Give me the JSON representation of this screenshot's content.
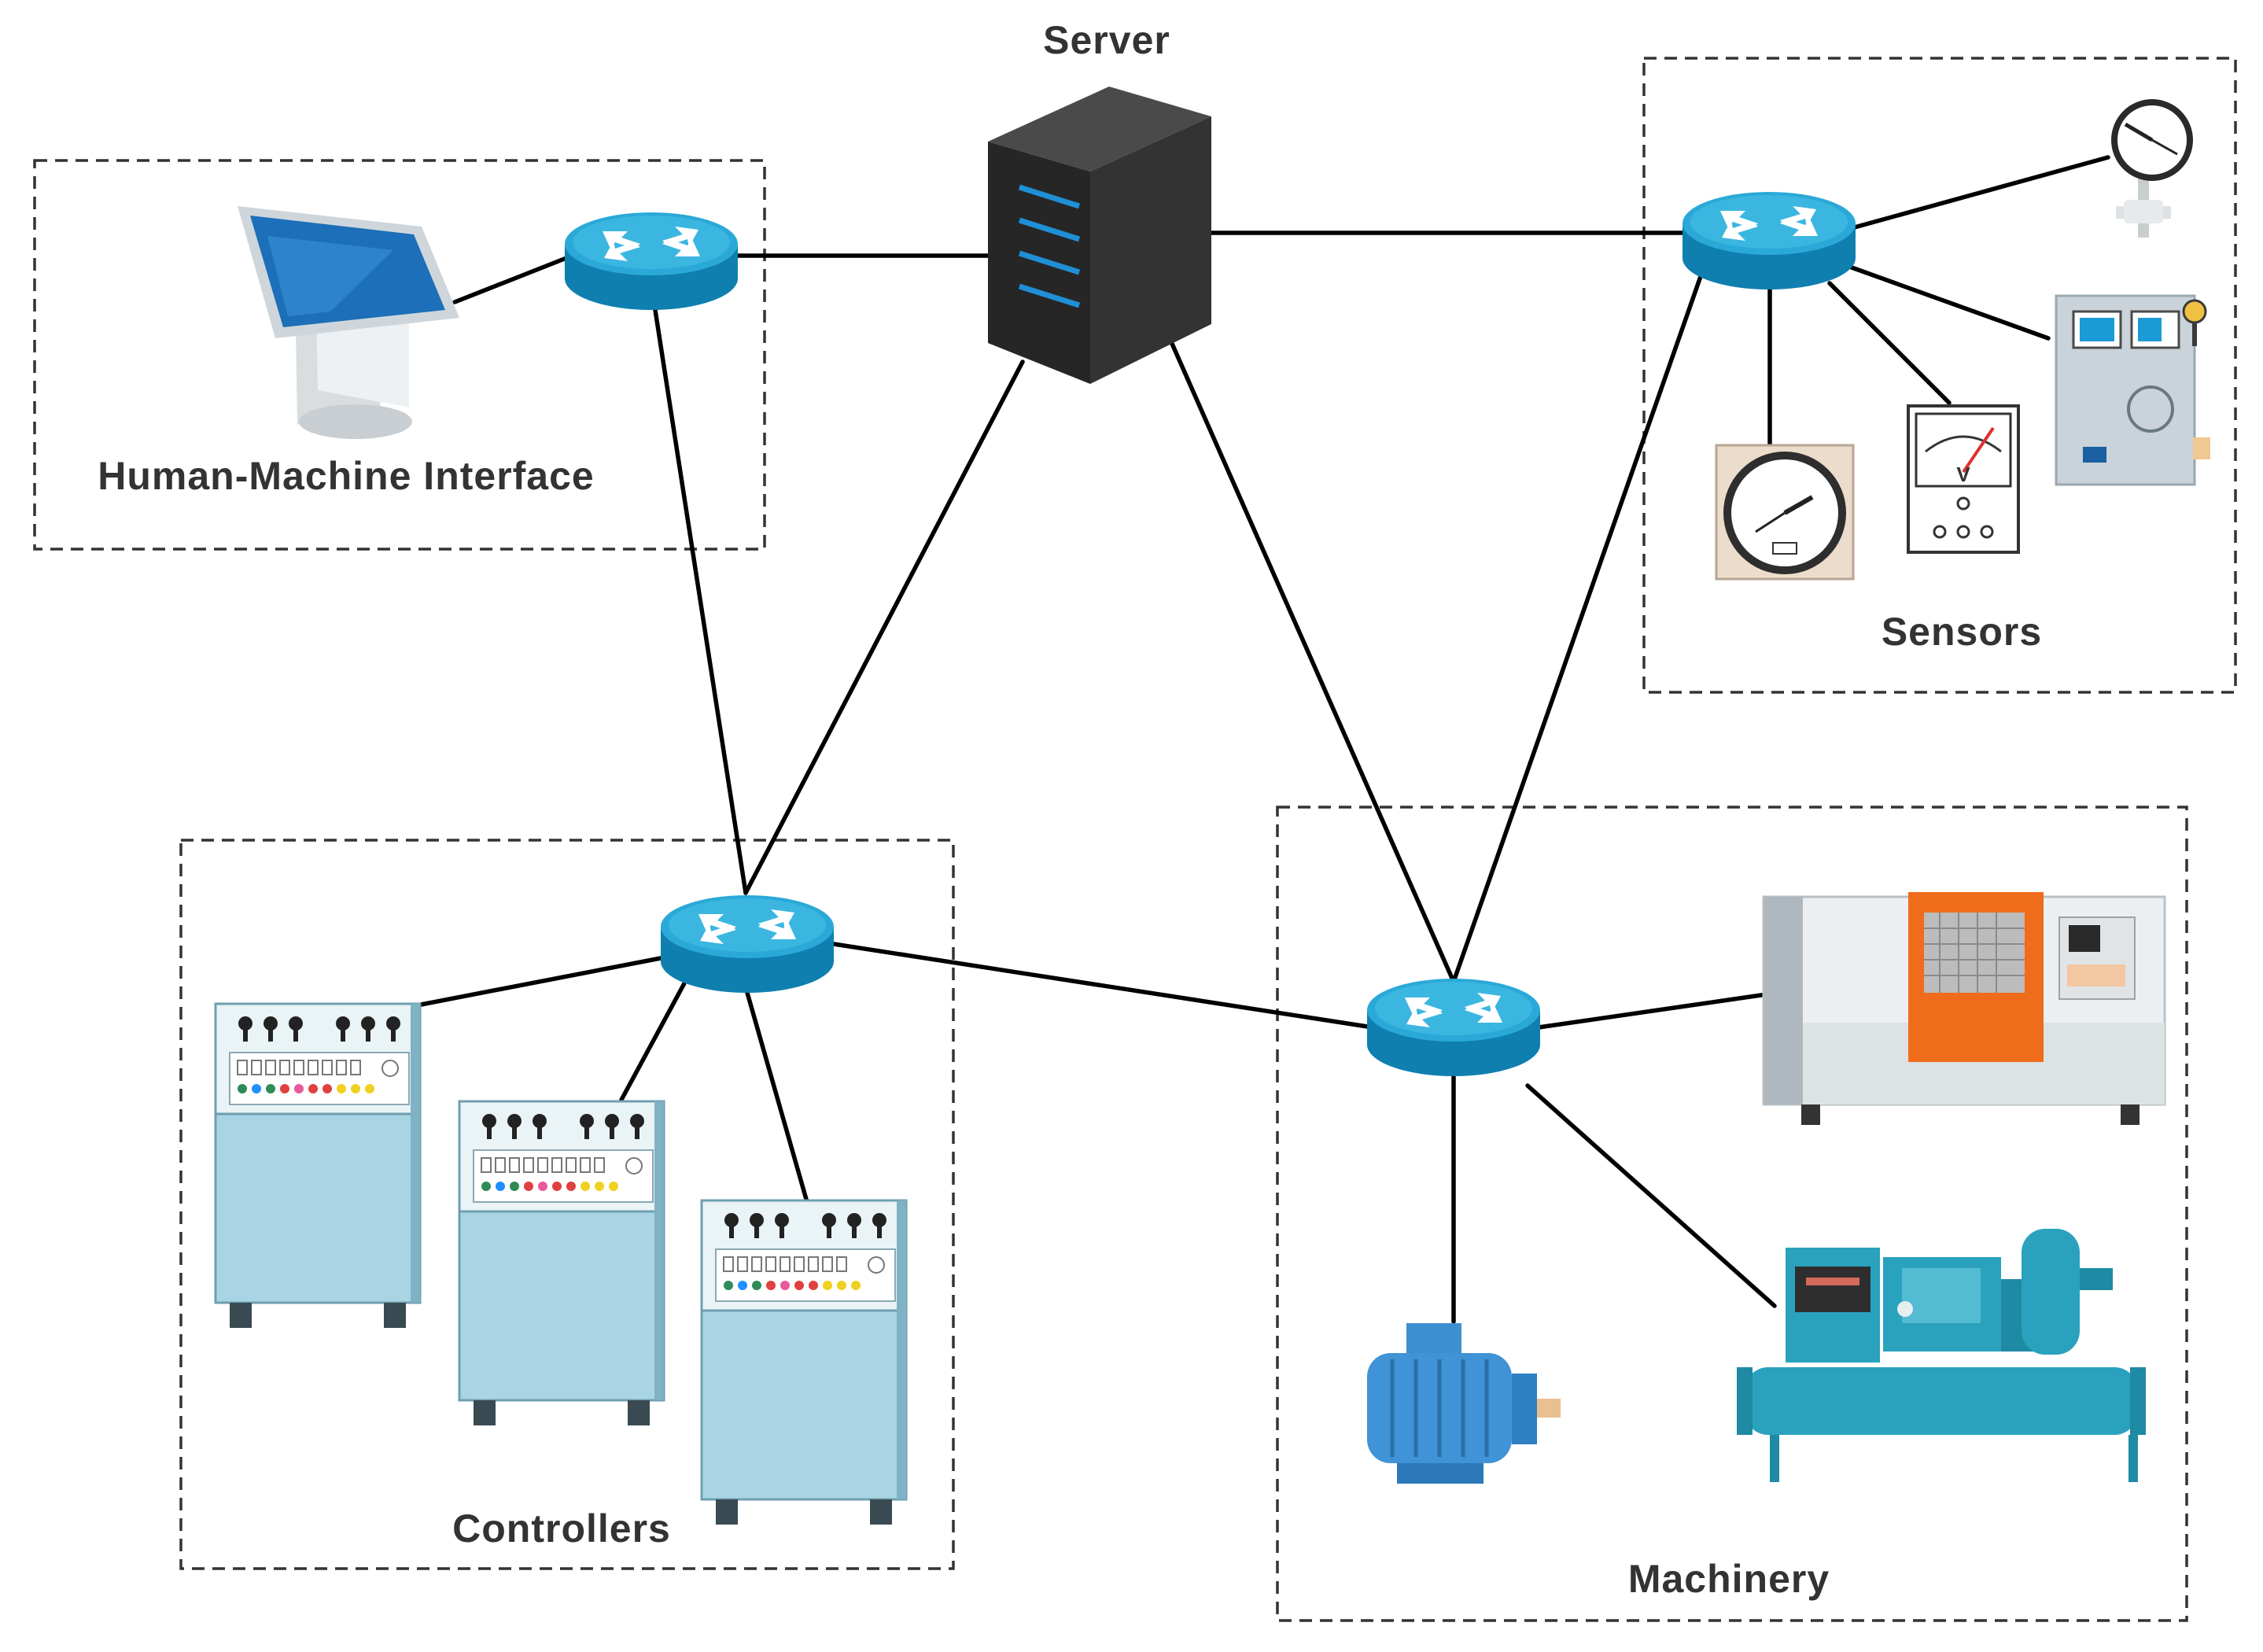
{
  "labels": {
    "server": "Server",
    "hmi": "Human-Machine Interface",
    "sensors": "Sensors",
    "controllers": "Controllers",
    "machinery": "Machinery"
  },
  "colors": {
    "router_top": "#27a6d4",
    "router_side": "#0f7fb0",
    "server_body": "#2d2d2d",
    "server_led": "#1f8fd6",
    "cabinet": "#a9d4e3",
    "machine_teal": "#27a3bd",
    "lathe_orange": "#ef6c1a",
    "link": "#000000"
  },
  "icons": [
    "router-icon",
    "server-icon",
    "touch-kiosk-icon",
    "pressure-gauge-icon",
    "dial-gauge-icon",
    "voltmeter-icon",
    "sensor-cabinet-icon",
    "control-cabinet-icon",
    "cnc-lathe-icon",
    "electric-motor-icon",
    "water-chiller-icon"
  ]
}
